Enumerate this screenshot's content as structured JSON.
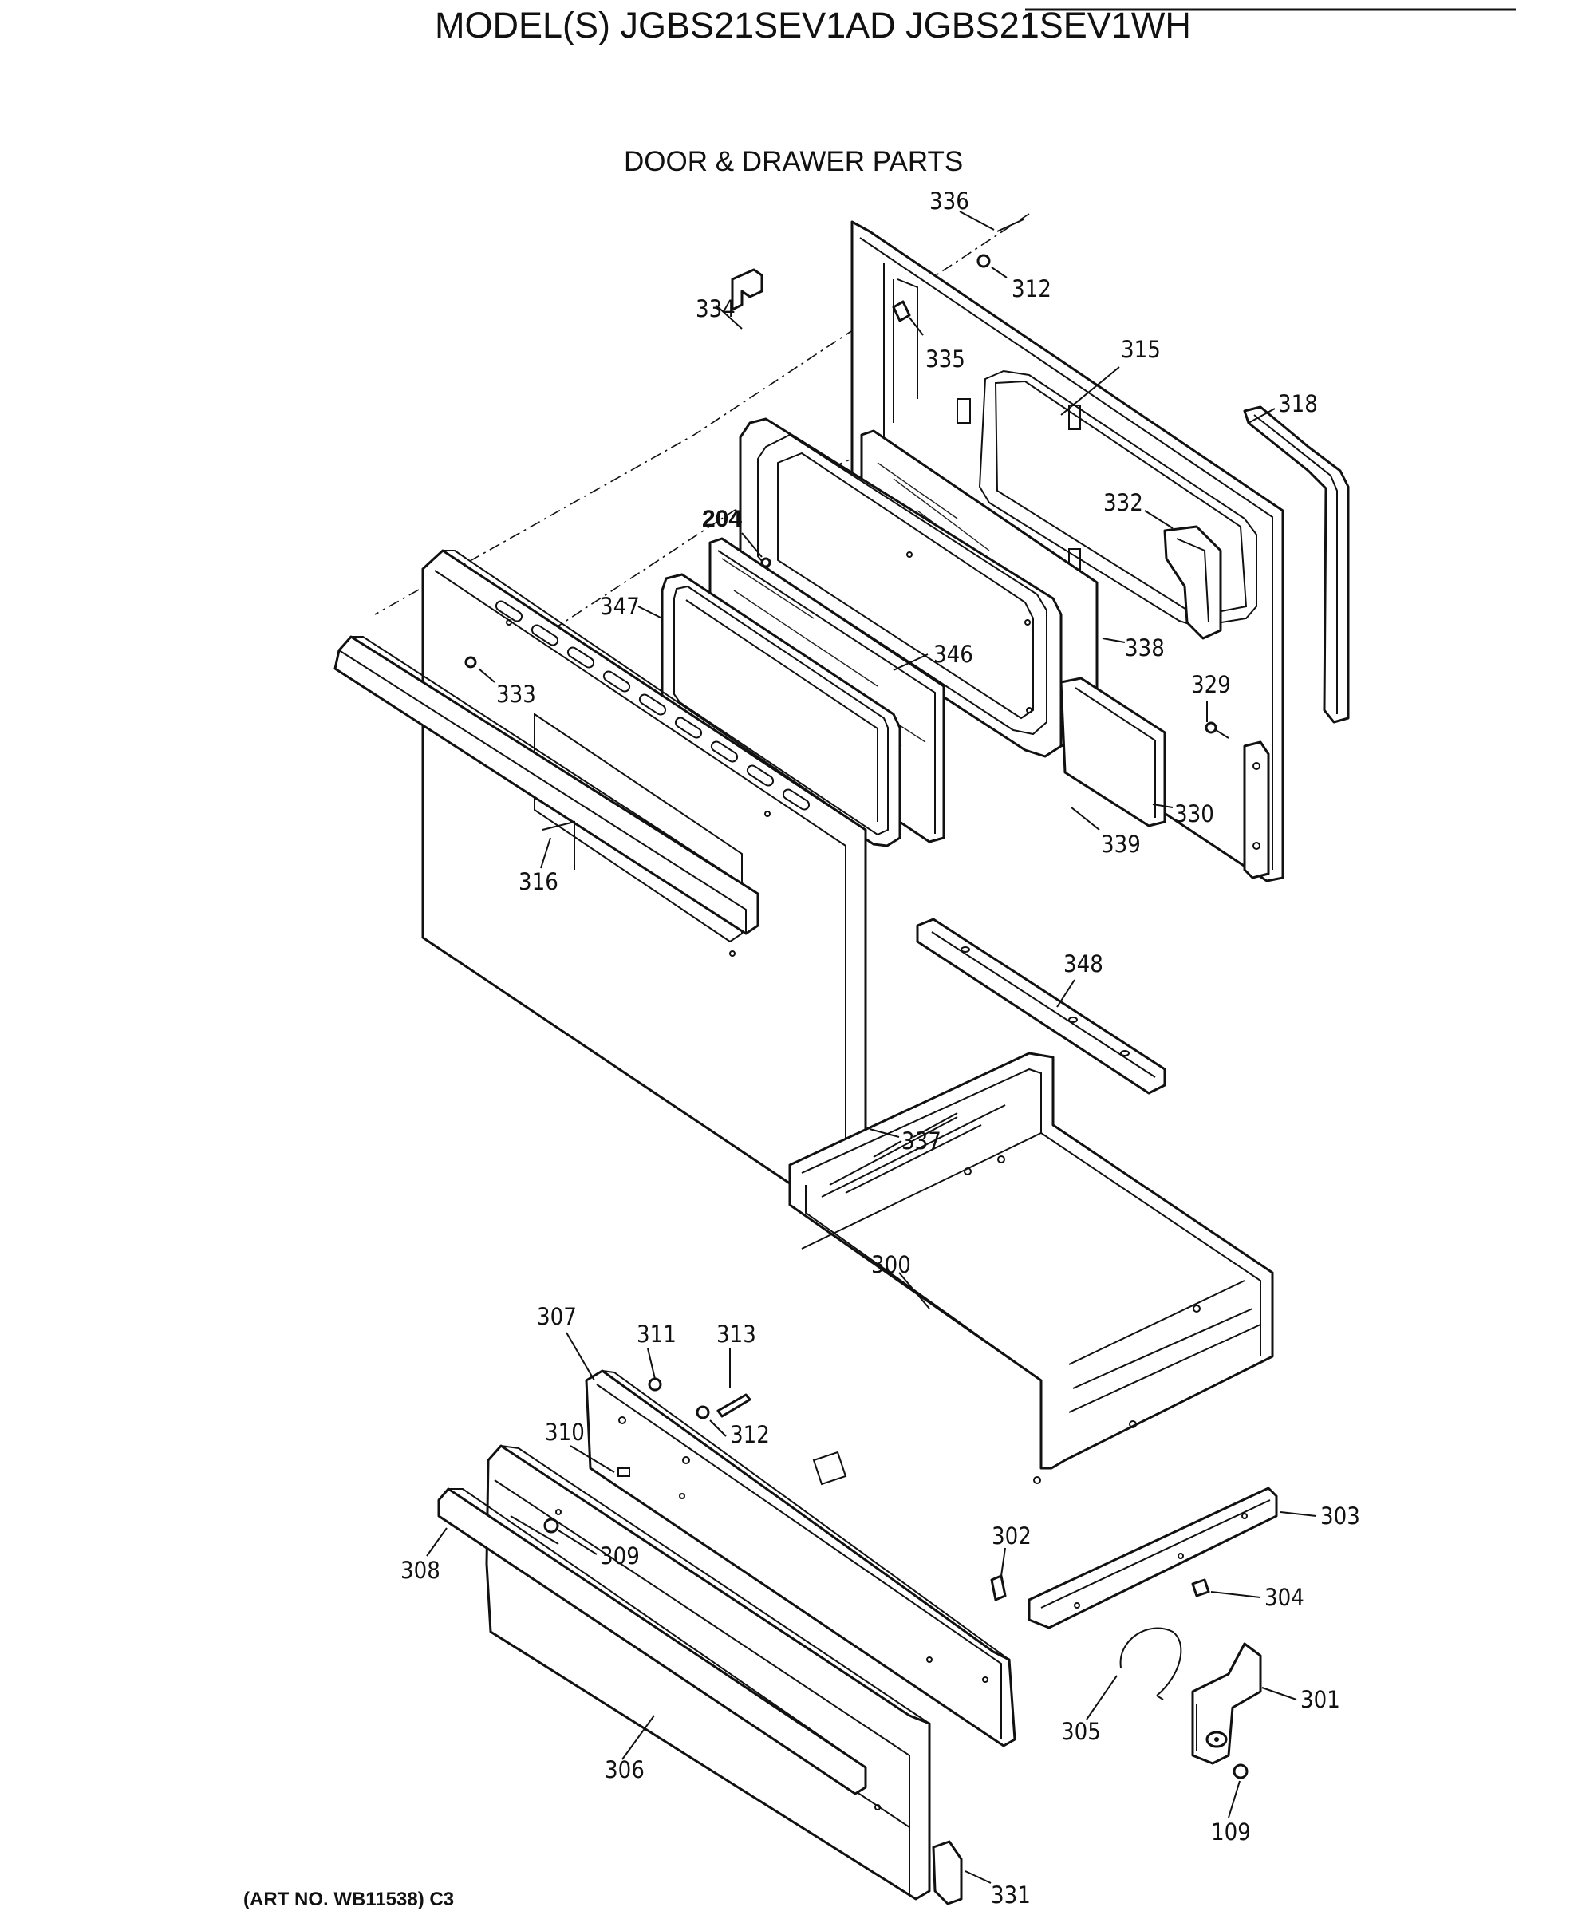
{
  "header": {
    "model_title": "MODEL(S) JGBS21SEV1AD  JGBS21SEV1WH",
    "diagram_title": "DOOR & DRAWER PARTS",
    "art_number": "(ART NO. WB11538) C3"
  },
  "part_labels": {
    "p336": "336",
    "p312a": "312",
    "p334": "334",
    "p335": "335",
    "p315": "315",
    "p318": "318",
    "p332": "332",
    "p204": "204",
    "p347": "347",
    "p346": "346",
    "p338": "338",
    "p333": "333",
    "p329": "329",
    "p330": "330",
    "p339": "339",
    "p316": "316",
    "p348": "348",
    "p337": "337",
    "p300": "300",
    "p307": "307",
    "p311": "311",
    "p313": "313",
    "p312b": "312",
    "p310": "310",
    "p309": "309",
    "p308": "308",
    "p302": "302",
    "p303": "303",
    "p304": "304",
    "p301": "301",
    "p305": "305",
    "p306": "306",
    "p109": "109",
    "p331": "331"
  }
}
